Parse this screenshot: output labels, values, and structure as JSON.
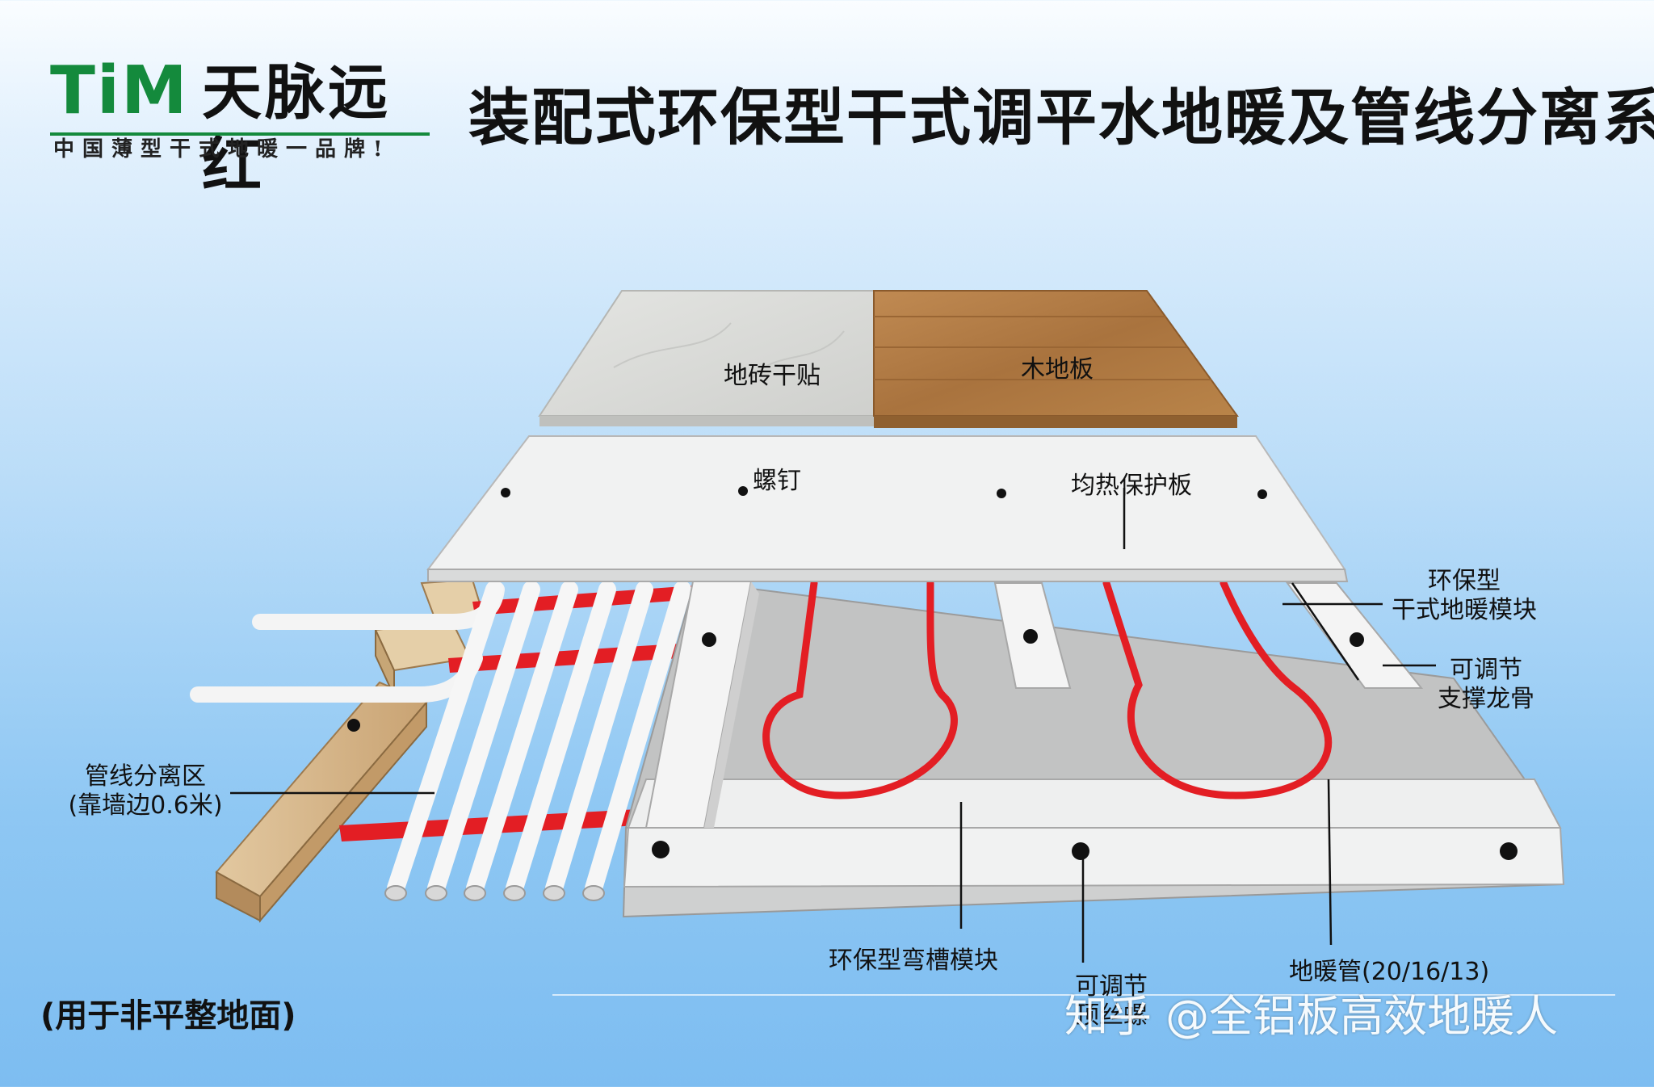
{
  "header": {
    "logo_latin": "TiM",
    "logo_cn": "天脉远红",
    "logo_slogan": "中国薄型干式地暖一品牌!",
    "title": "装配式环保型干式调平水地暖及管线分离系统"
  },
  "labels": {
    "tile": "地砖干贴",
    "wood": "木地板",
    "screw": "螺钉",
    "heat_board": "均热保护板",
    "module_line1": "环保型",
    "module_line2": "干式地暖模块",
    "keel_line1": "可调节",
    "keel_line2": "支撑龙骨",
    "pipe_zone_line1": "管线分离区",
    "pipe_zone_line2": "(靠墙边0.6米)",
    "groove_module": "环保型弯槽模块",
    "adjust_line1": "可调节",
    "adjust_line2": "顶丝螺",
    "heating_pipe": "地暖管(20/16/13)"
  },
  "footer": {
    "note": "(用于非平整地面)",
    "watermark": "知乎 @全铝板高效地暖人"
  },
  "colors": {
    "logo_green": "#148a3c",
    "pipe_red": "#e31e24",
    "tile_grey": "#d8d9d6",
    "wood_brown": "#b57e45",
    "board_white": "#f2f3f3",
    "module_grey": "#bdbebe",
    "timber": "#d9b98c"
  }
}
